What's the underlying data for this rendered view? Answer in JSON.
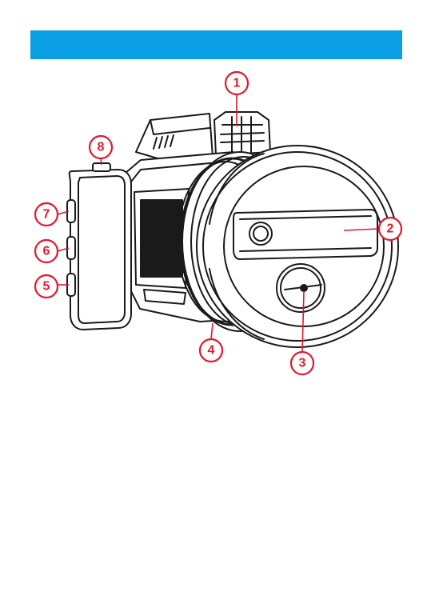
{
  "colors": {
    "header_bar": "#0a9fe4",
    "callout": "#e3182d",
    "drawing": "#1a1a1a"
  },
  "figure": {
    "subject": "dash-camera-icon",
    "callouts": [
      {
        "id": "1",
        "label": "1"
      },
      {
        "id": "2",
        "label": "2"
      },
      {
        "id": "3",
        "label": "3"
      },
      {
        "id": "4",
        "label": "4"
      },
      {
        "id": "5",
        "label": "5"
      },
      {
        "id": "6",
        "label": "6"
      },
      {
        "id": "7",
        "label": "7"
      },
      {
        "id": "8",
        "label": "8"
      }
    ]
  }
}
